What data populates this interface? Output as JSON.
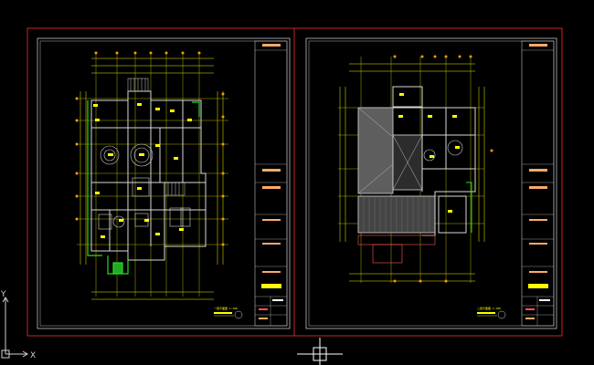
{
  "viewport": {
    "background": "#000000",
    "layout_frame_color": "#cc2222",
    "sheet_border_color": "#bfbfbf",
    "grid_line_color": "#f2f200",
    "wall_color": "#d8d8d8",
    "landscape_color": "#22dd22",
    "label_color": "#ffff00",
    "dim_color": "#ff9900",
    "roof_color": "#6b6b6b",
    "titleblock_accent": "#ffaa66"
  },
  "ucs_icon": {
    "x_label": "X",
    "y_label": "Y"
  },
  "sheets": [
    {
      "name": "ground-floor-plan-sheet",
      "drawing_title": "一层平面图 1:100"
    },
    {
      "name": "second-floor-plan-sheet",
      "drawing_title": "二层平面图 1:100"
    }
  ],
  "crosshair": {
    "icon": "crosshair-cursor-icon"
  }
}
